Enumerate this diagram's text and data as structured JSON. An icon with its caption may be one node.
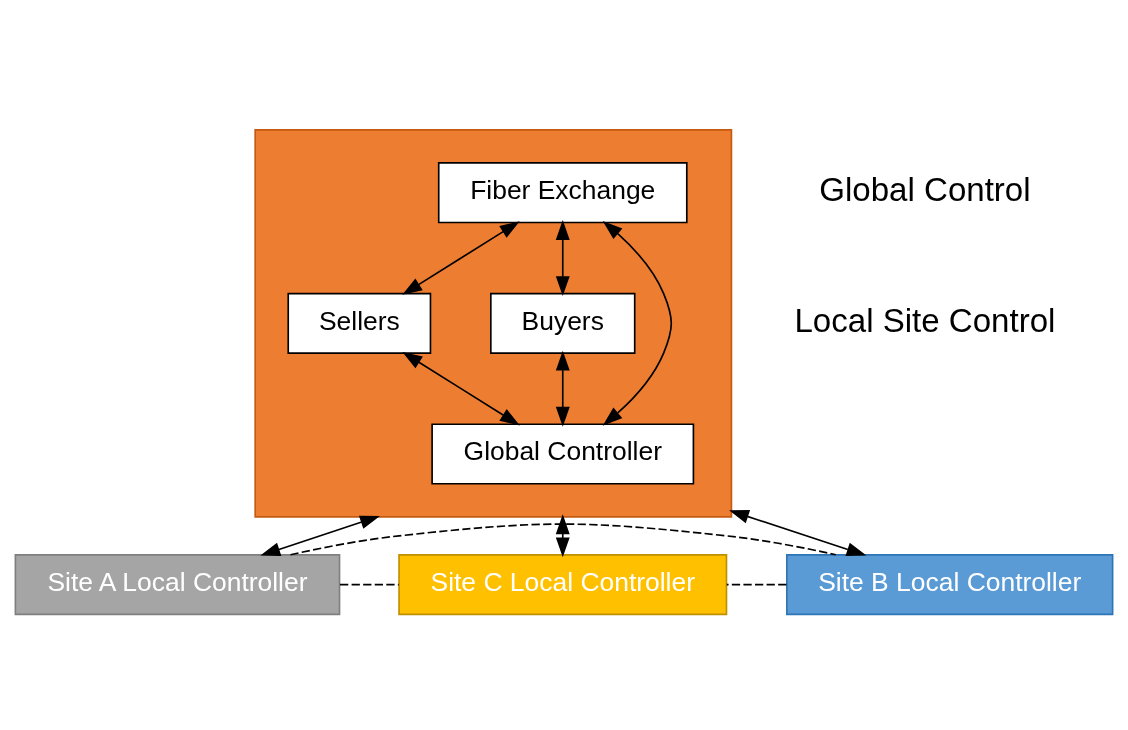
{
  "diagram": {
    "nodes": [
      {
        "text": [],
        "shape": "box"
      },
      {
        "text": [
          "Fiber Exchange"
        ],
        "in": 0
      },
      {
        "text": [
          "Sellers"
        ],
        "in": 0
      },
      {
        "text": [
          "Buyers"
        ],
        "in": 0
      },
      {
        "text": [
          "Global Controller"
        ],
        "in": 0
      },
      {
        "text": [
          "Site A Local Controller"
        ]
      },
      {
        "text": [
          "Site C Local Controller"
        ]
      },
      {
        "text": [
          "Site B Local Controller"
        ]
      }
    ],
    "edges": [
      {
        "from": 1,
        "to": 2,
        "arrow": "both"
      },
      {
        "from": 1,
        "to": 3,
        "arrow": "both"
      },
      {
        "from": 2,
        "to": 4,
        "arrow": "both"
      },
      {
        "from": 3,
        "to": 4,
        "arrow": "both"
      },
      {
        "from": 1,
        "to": 4,
        "arrow": "both"
      },
      {
        "from": 0,
        "to": 5,
        "arrow": "both"
      },
      {
        "from": 0,
        "to": 7,
        "arrow": "both"
      },
      {
        "from": 0,
        "to": 6,
        "arrow": "both"
      },
      {
        "from": 5,
        "to": 6,
        "arrow": "none",
        "style": "dashed"
      },
      {
        "from": 5,
        "to": 7,
        "arrow": "none",
        "style": "dashed"
      },
      {
        "from": 7,
        "to": 6,
        "arrow": "none",
        "style": "dashed"
      }
    ],
    "labels": [
      "Global Control",
      "Local Site Control"
    ]
  }
}
